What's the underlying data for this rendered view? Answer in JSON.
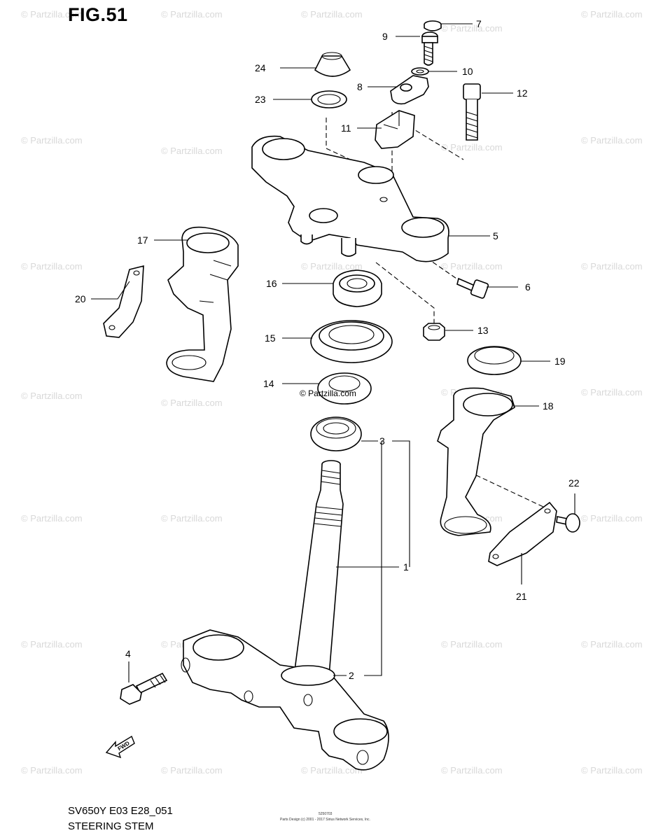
{
  "title": "FIG.51",
  "footer": {
    "model_code": "SV650Y E03 E28_051",
    "section_name": "STEERING STEM"
  },
  "watermark": {
    "text": "© Partzilla.com",
    "color": "#d8d8d8"
  },
  "center_watermark": "© Partzilla.com",
  "tiny_text": {
    "code": "5250703",
    "copyright": "Parts Design (c) 2001 - 2017 Sirius Network Services, Inc."
  },
  "fwd_label": "FWD",
  "callouts": {
    "c1": "1",
    "c2": "2",
    "c3": "3",
    "c4": "4",
    "c5": "5",
    "c6": "6",
    "c7": "7",
    "c8": "8",
    "c9": "9",
    "c10": "10",
    "c11": "11",
    "c12": "12",
    "c13": "13",
    "c14": "14",
    "c15": "15",
    "c16": "16",
    "c17": "17",
    "c18": "18",
    "c19": "19",
    "c20": "20",
    "c21": "21",
    "c22": "22",
    "c23": "23",
    "c24": "24"
  }
}
